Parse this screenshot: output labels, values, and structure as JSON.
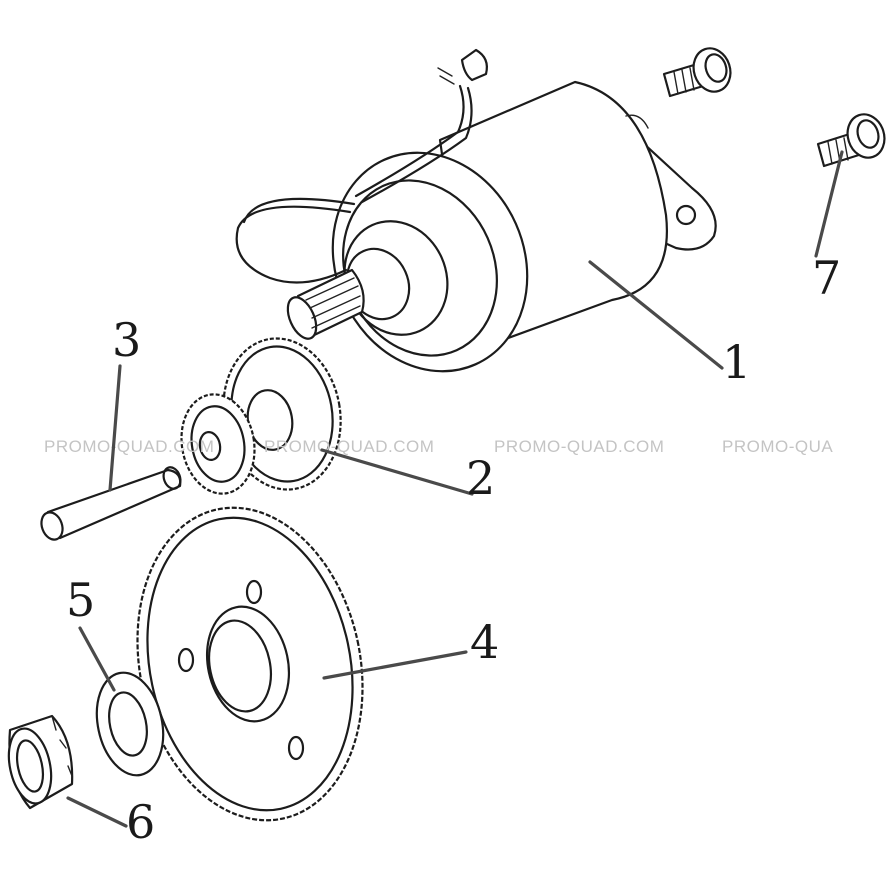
{
  "callouts": [
    {
      "id": "1",
      "label": "1"
    },
    {
      "id": "2",
      "label": "2"
    },
    {
      "id": "3",
      "label": "3"
    },
    {
      "id": "4",
      "label": "4"
    },
    {
      "id": "5",
      "label": "5"
    },
    {
      "id": "6",
      "label": "6"
    },
    {
      "id": "7",
      "label": "7"
    }
  ],
  "watermark": {
    "text_1": "PROMO-QUAD.COM",
    "text_2": "PROMO-QUAD.COM",
    "text_3": "PROMO-QUAD.COM",
    "text_4": "PROMO-QUA"
  }
}
